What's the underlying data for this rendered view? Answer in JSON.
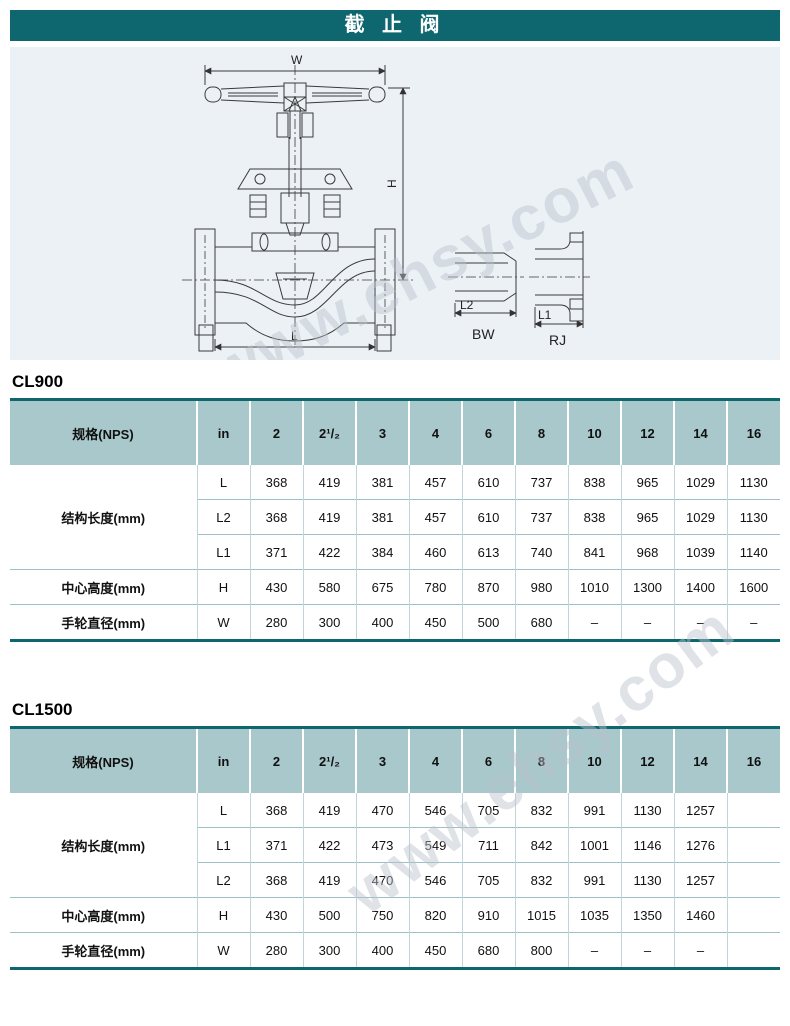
{
  "banner": {
    "title": "截 止 阀"
  },
  "drawing": {
    "watermark": "www.ehsy.com",
    "labels": {
      "w": "W",
      "h": "H",
      "l": "L",
      "l2": "L2",
      "l1": "L1",
      "bw": "BW",
      "rj": "RJ"
    }
  },
  "colors": {
    "accent": "#0e676e",
    "header_bg": "#a9c8cb",
    "drawing_bg": "#ecf1f6"
  },
  "tables": [
    {
      "title": "CL900",
      "header": {
        "spec": "规格(NPS)",
        "unit": "in",
        "sizes": [
          "2",
          "2¹/₂",
          "3",
          "4",
          "6",
          "8",
          "10",
          "12",
          "14",
          "16"
        ]
      },
      "groups": [
        {
          "label": "结构长度(mm)",
          "rows": [
            {
              "sym": "L",
              "values": [
                "368",
                "419",
                "381",
                "457",
                "610",
                "737",
                "838",
                "965",
                "1029",
                "1130"
              ]
            },
            {
              "sym": "L2",
              "values": [
                "368",
                "419",
                "381",
                "457",
                "610",
                "737",
                "838",
                "965",
                "1029",
                "1130"
              ]
            },
            {
              "sym": "L1",
              "values": [
                "371",
                "422",
                "384",
                "460",
                "613",
                "740",
                "841",
                "968",
                "1039",
                "1140"
              ]
            }
          ]
        },
        {
          "label": "中心高度(mm)",
          "rows": [
            {
              "sym": "H",
              "values": [
                "430",
                "580",
                "675",
                "780",
                "870",
                "980",
                "1010",
                "1300",
                "1400",
                "1600"
              ]
            }
          ]
        },
        {
          "label": "手轮直径(mm)",
          "rows": [
            {
              "sym": "W",
              "values": [
                "280",
                "300",
                "400",
                "450",
                "500",
                "680",
                "–",
                "–",
                "–",
                "–"
              ]
            }
          ]
        }
      ]
    },
    {
      "title": "CL1500",
      "header": {
        "spec": "规格(NPS)",
        "unit": "in",
        "sizes": [
          "2",
          "2¹/₂",
          "3",
          "4",
          "6",
          "8",
          "10",
          "12",
          "14",
          "16"
        ]
      },
      "groups": [
        {
          "label": "结构长度(mm)",
          "rows": [
            {
              "sym": "L",
              "values": [
                "368",
                "419",
                "470",
                "546",
                "705",
                "832",
                "991",
                "1130",
                "1257",
                ""
              ]
            },
            {
              "sym": "L1",
              "values": [
                "371",
                "422",
                "473",
                "549",
                "711",
                "842",
                "1001",
                "1146",
                "1276",
                ""
              ]
            },
            {
              "sym": "L2",
              "values": [
                "368",
                "419",
                "470",
                "546",
                "705",
                "832",
                "991",
                "1130",
                "1257",
                ""
              ]
            }
          ]
        },
        {
          "label": "中心高度(mm)",
          "rows": [
            {
              "sym": "H",
              "values": [
                "430",
                "500",
                "750",
                "820",
                "910",
                "1015",
                "1035",
                "1350",
                "1460",
                ""
              ]
            }
          ]
        },
        {
          "label": "手轮直径(mm)",
          "rows": [
            {
              "sym": "W",
              "values": [
                "280",
                "300",
                "400",
                "450",
                "680",
                "800",
                "–",
                "–",
                "–",
                ""
              ]
            }
          ]
        }
      ]
    }
  ]
}
